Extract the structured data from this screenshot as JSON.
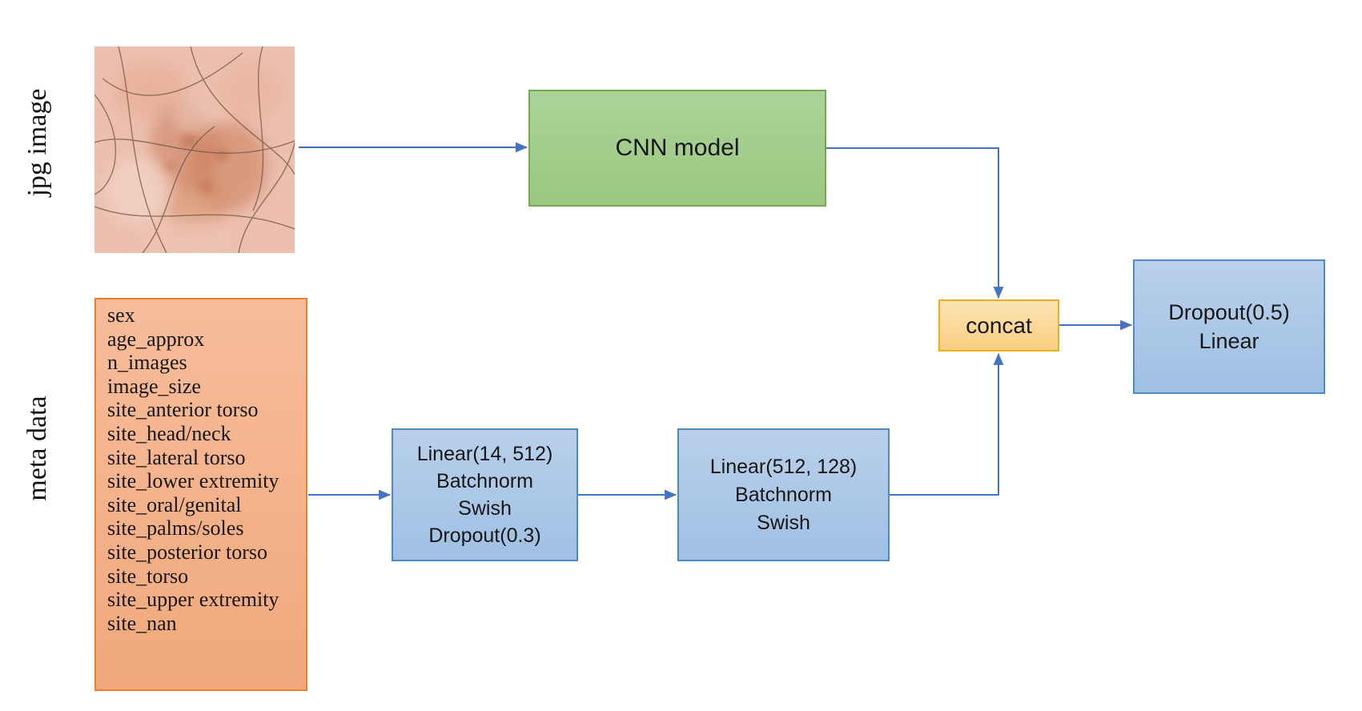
{
  "diagram": {
    "labels": {
      "image_branch": "jpg image",
      "meta_branch": "meta data"
    },
    "nodes": {
      "cnn": {
        "label": "CNN model"
      },
      "meta_table": {
        "items": [
          "sex",
          "age_approx",
          "n_images",
          "image_size",
          "site_anterior torso",
          "site_head/neck",
          "site_lateral torso",
          "site_lower extremity",
          "site_oral/genital",
          "site_palms/soles",
          "site_posterior torso",
          "site_torso",
          "site_upper extremity",
          "site_nan"
        ]
      },
      "mlp1": {
        "lines": [
          "Linear(14, 512)",
          "Batchnorm",
          "Swish",
          "Dropout(0.3)"
        ]
      },
      "mlp2": {
        "lines": [
          "Linear(512, 128)",
          "Batchnorm",
          "Swish"
        ]
      },
      "concat": {
        "label": "concat"
      },
      "head": {
        "lines": [
          "Dropout(0.5)",
          "Linear"
        ]
      }
    },
    "colors": {
      "arrow": "#4472c4",
      "cnn_fill": "#a3cd8c",
      "cnn_border": "#74ab4e",
      "mlp_fill": "#acc8e7",
      "mlp_border": "#4e8ac9",
      "concat_fill": "#fbd99a",
      "concat_border": "#eeae1e",
      "meta_fill": "#f4b28b",
      "meta_border": "#ed7d31",
      "text": "#161616"
    }
  }
}
